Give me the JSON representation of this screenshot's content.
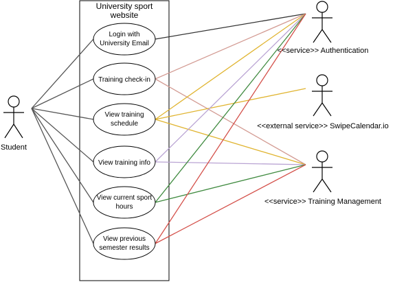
{
  "system": {
    "title_line1": "University sport",
    "title_line2": "website"
  },
  "actors": {
    "student": "Student",
    "authentication": "<<service>> Authentication",
    "swipecalendar": "<<external service>> SwipeCalendar.io",
    "training_management": "<<service>> Training Management"
  },
  "use_cases": {
    "login": [
      "Login with",
      "University Email"
    ],
    "checkin": [
      "Training check-in"
    ],
    "schedule": [
      "View training",
      "schedule"
    ],
    "info": [
      "View training info"
    ],
    "hours": [
      "View current sport",
      "hours"
    ],
    "results": [
      "View previous",
      "semester results"
    ]
  },
  "colors": {
    "student_links": "#555555",
    "login_auth": "#333333",
    "checkin": "#d39b93",
    "schedule": "#e0b430",
    "info": "#b9a3d3",
    "hours": "#3f8a3f",
    "results": "#d4504a"
  }
}
